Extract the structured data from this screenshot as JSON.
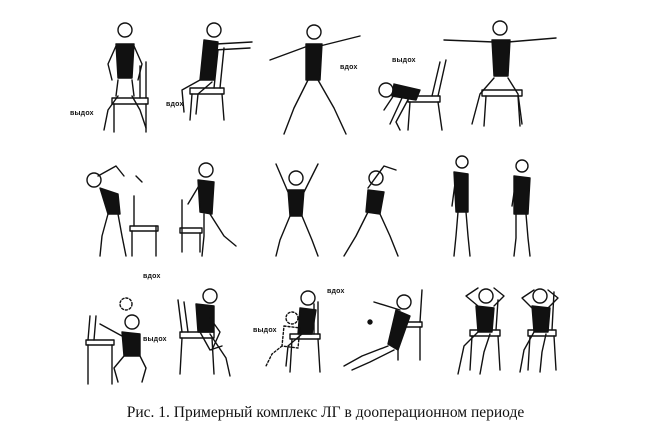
{
  "labels": {
    "vydoh_1": "выдох",
    "vdoh_2": "вдох",
    "vdoh_3": "вдох",
    "vydoh_4": "выдох",
    "vdoh_5": "вдох",
    "vydoh_6": "выдох",
    "vdoh_7": "вдох",
    "vydoh_8": "выдох"
  },
  "caption": "Рис. 1. Примерный комплекс ЛГ в дооперационном периоде",
  "colors": {
    "ink": "#111111",
    "paper": "#ffffff"
  }
}
